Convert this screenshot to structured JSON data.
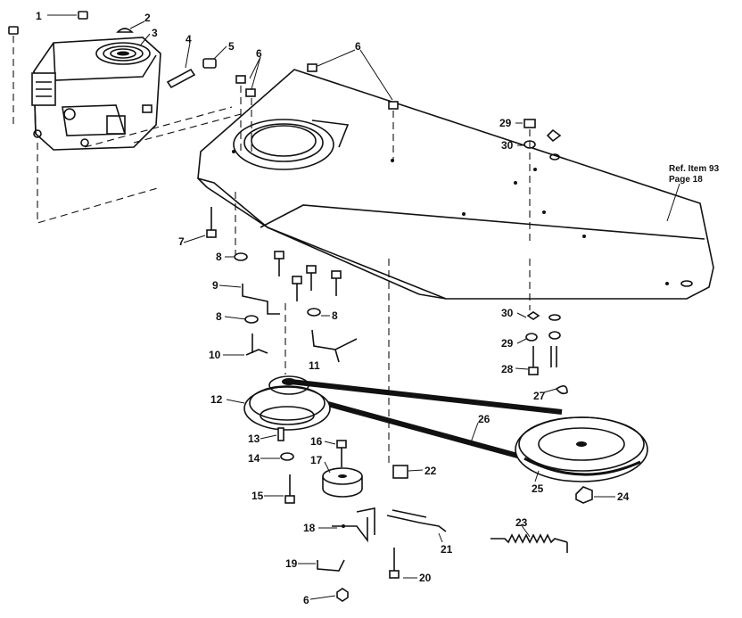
{
  "labels": {
    "p1": "1",
    "p2": "2",
    "p3": "3",
    "p4": "4",
    "p5": "5",
    "p6a": "6",
    "p6b": "6",
    "p6c": "6",
    "p7": "7",
    "p8a": "8",
    "p8b": "8",
    "p8c": "8",
    "p9": "9",
    "p10": "10",
    "p11": "11",
    "p12": "12",
    "p13": "13",
    "p14": "14",
    "p15": "15",
    "p16": "16",
    "p17": "17",
    "p18": "18",
    "p19": "19",
    "p20": "20",
    "p21": "21",
    "p22": "22",
    "p23": "23",
    "p24": "24",
    "p25": "25",
    "p26": "26",
    "p27": "27",
    "p28": "28",
    "p29a": "29",
    "p29b": "29",
    "p30a": "30",
    "p30b": "30"
  },
  "reference": {
    "line1": "Ref. Item 93",
    "line2": "Page 18"
  }
}
